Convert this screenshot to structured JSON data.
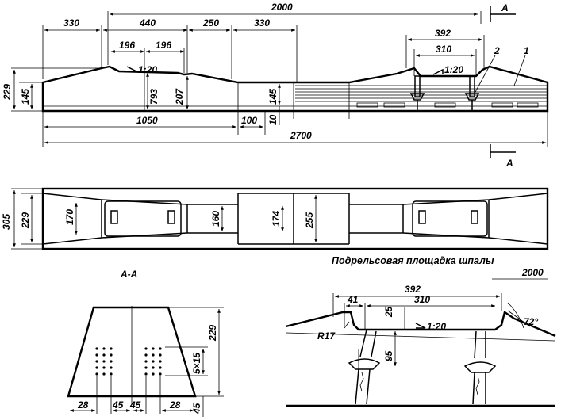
{
  "elevation": {
    "dims_top": [
      "330",
      "440",
      "196",
      "196",
      "250",
      "330",
      "2000",
      "392",
      "310"
    ],
    "slope_left": "1:20",
    "slope_right": "1:20",
    "dims_vertical": [
      "229",
      "145",
      "793",
      "207",
      "145",
      "10"
    ],
    "dims_bottom": [
      "1050",
      "100",
      "2700"
    ],
    "callouts": [
      "2",
      "1"
    ],
    "section_mark": "A"
  },
  "plan": {
    "dims": [
      "305",
      "229",
      "170",
      "160",
      "174",
      "255"
    ]
  },
  "section": {
    "title": "A-A",
    "dims": [
      "229",
      "5×15",
      "45",
      "28",
      "45",
      "45",
      "28"
    ]
  },
  "railseat": {
    "title": "Подрельсовая площадка шпалы",
    "dims": [
      "2000",
      "392",
      "41",
      "310",
      "25",
      "95",
      "R17",
      "72°"
    ],
    "slope": "1:20"
  }
}
